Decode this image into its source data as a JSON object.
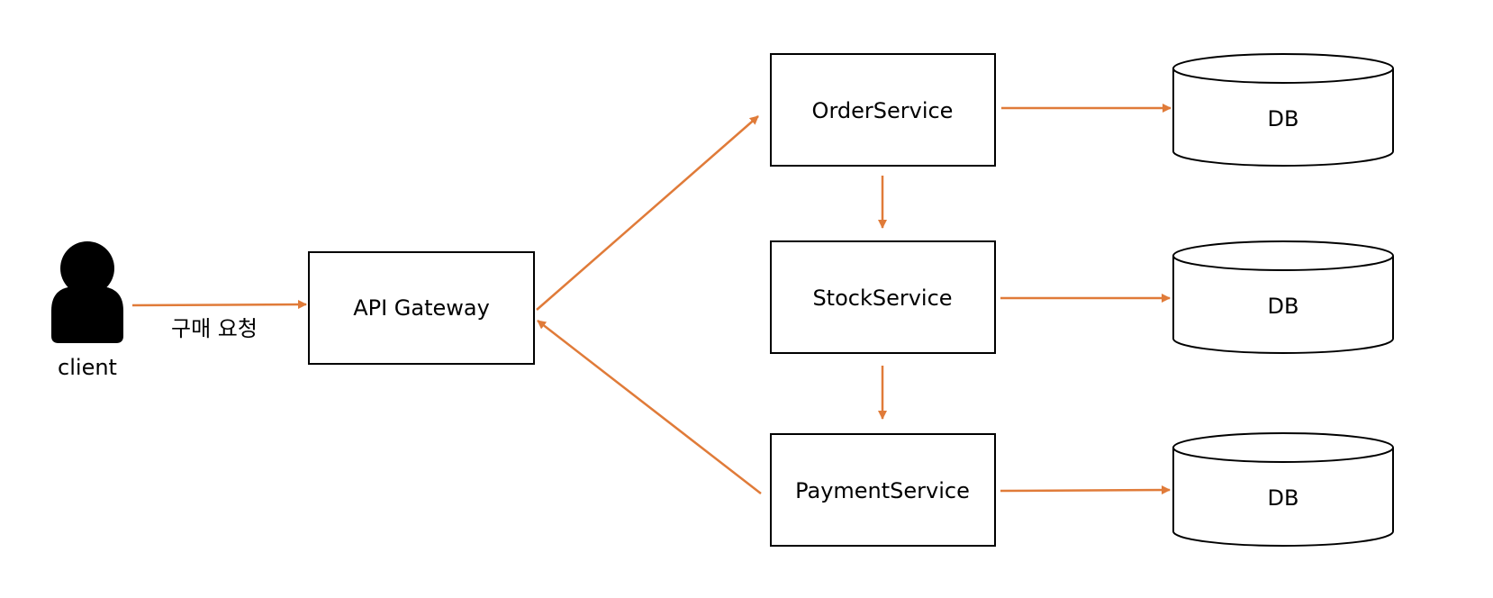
{
  "colors": {
    "arrow": "#e07b39",
    "stroke": "#000000",
    "fill": "#ffffff"
  },
  "actor": {
    "label": "client",
    "icon": "person-icon"
  },
  "edge_labels": {
    "request": "구매 요청"
  },
  "nodes": {
    "gateway": "API Gateway",
    "order": "OrderService",
    "stock": "StockService",
    "payment": "PaymentService"
  },
  "databases": {
    "order_db": "DB",
    "stock_db": "DB",
    "payment_db": "DB"
  },
  "edges": [
    {
      "from": "client",
      "to": "API Gateway"
    },
    {
      "from": "API Gateway",
      "to": "OrderService"
    },
    {
      "from": "OrderService",
      "to": "StockService"
    },
    {
      "from": "StockService",
      "to": "PaymentService"
    },
    {
      "from": "PaymentService",
      "to": "API Gateway"
    },
    {
      "from": "OrderService",
      "to": "DB"
    },
    {
      "from": "StockService",
      "to": "DB"
    },
    {
      "from": "PaymentService",
      "to": "DB"
    }
  ]
}
